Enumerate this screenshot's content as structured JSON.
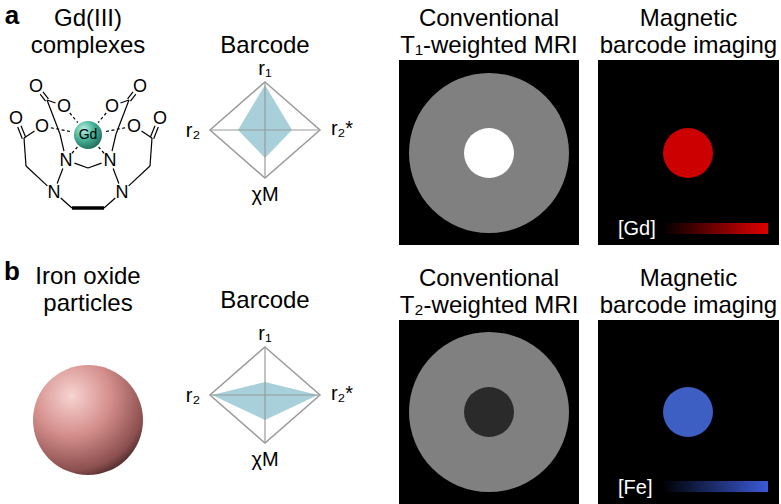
{
  "diagram": {
    "nodes": [
      {
        "text": [
          "Conventional T₁‑weighted MRI"
        ]
      },
      {
        "text": [
          "Magnetic barcode imaging",
          "[Gd]"
        ]
      },
      {
        "text": [
          "Conventional T₂‑weighted MRI"
        ]
      },
      {
        "text": [
          "Magnetic barcode imaging",
          "[Fe]"
        ]
      }
    ],
    "labels": [
      "a",
      "Gd(III) complexes",
      "O",
      "O",
      "O",
      "O",
      "O",
      "O",
      "O",
      "O",
      "N",
      "N",
      "N",
      "N",
      "Gd",
      "Barcode",
      "r₁",
      "r₂",
      "r₂*",
      "χM",
      "b",
      "Iron oxide particles",
      "Barcode",
      "r₁",
      "r₂",
      "r₂*",
      "χM"
    ]
  }
}
